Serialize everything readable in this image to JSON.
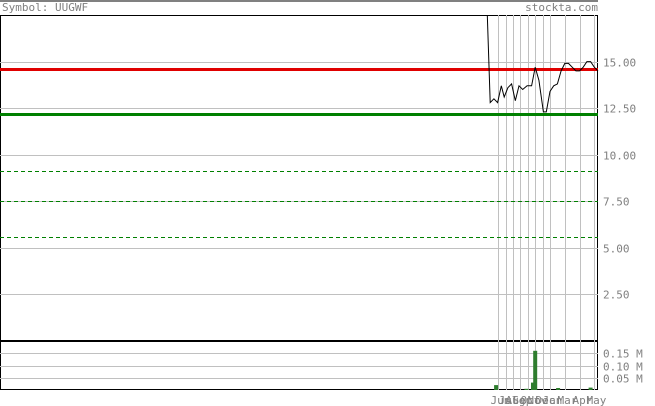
{
  "header": {
    "symbol_label": "Symbol: UUGWF",
    "site": "stockta.com"
  },
  "colors": {
    "background": "#ffffff",
    "grid": "#c0c0c0",
    "price_line": "#000000",
    "resistance": "#e00000",
    "support": "#008000",
    "dashed_levels": "#008000",
    "volume_bars": "#2e7d2e",
    "axis_text": "#808080"
  },
  "chart_data": [
    {
      "type": "line",
      "title": "",
      "y_tick_labels": [
        "15.00",
        "12.50",
        "10.00",
        "7.50",
        "5.00",
        "2.50"
      ],
      "y_ticks": [
        15.0,
        12.5,
        10.0,
        7.5,
        5.0,
        2.5
      ],
      "ylim": [
        0.0,
        17.5
      ],
      "x_tick_labels": [
        "Jun",
        "Jul",
        "Aug",
        "Sep",
        "Oct",
        "Nov",
        "Dec",
        "Jan",
        "Mar",
        "Apr",
        "May"
      ],
      "x_tick_positions": [
        0.5,
        1.5,
        2.5,
        3.5,
        4.5,
        5.5,
        6.5,
        7.5,
        9.5,
        11.5,
        13.5
      ],
      "xlim": [
        -67,
        14
      ],
      "grid": true,
      "series": [
        {
          "values_x": [
            -1.0,
            -0.6,
            -0.1,
            0.4,
            0.9,
            1.3,
            1.8,
            2.3,
            2.8,
            3.3,
            3.8,
            4.4,
            5.0,
            5.5,
            6.0,
            6.6,
            7.0,
            7.5,
            8.0,
            8.5,
            9.0,
            9.5,
            10.0,
            10.5,
            11.0,
            11.5,
            12.0,
            12.5,
            13.0,
            13.5,
            14.0
          ],
          "values_y": [
            20.0,
            12.8,
            13.0,
            12.8,
            13.7,
            13.1,
            13.6,
            13.8,
            12.9,
            13.7,
            13.5,
            13.7,
            13.7,
            14.7,
            14.0,
            12.3,
            12.3,
            13.4,
            13.7,
            13.8,
            14.5,
            14.9,
            14.9,
            14.7,
            14.5,
            14.5,
            14.7,
            15.0,
            15.0,
            14.7,
            14.5
          ]
        }
      ],
      "levels": [
        {
          "name": "resistance",
          "value": 14.6,
          "style": "solid",
          "color": "#e00000"
        },
        {
          "name": "support",
          "value": 12.2,
          "style": "solid",
          "color": "#008000"
        },
        {
          "name": "level",
          "value": 9.1,
          "style": "dashed",
          "color": "#008000"
        },
        {
          "name": "level",
          "value": 7.5,
          "style": "dashed",
          "color": "#008000"
        },
        {
          "name": "level",
          "value": 5.6,
          "style": "dashed",
          "color": "#008000"
        }
      ]
    },
    {
      "type": "bar",
      "title": "",
      "y_tick_labels": [
        "0.15 M",
        "0.10 M",
        "0.05 M"
      ],
      "y_ticks": [
        0.15,
        0.1,
        0.05
      ],
      "ylim": [
        0,
        0.2
      ],
      "bars": [
        {
          "x": 0.2,
          "value": 0.02
        },
        {
          "x": 4.3,
          "value": 0.005
        },
        {
          "x": 5.2,
          "value": 0.03
        },
        {
          "x": 5.5,
          "value": 0.16
        },
        {
          "x": 8.6,
          "value": 0.008
        },
        {
          "x": 13.0,
          "value": 0.01
        }
      ]
    }
  ]
}
